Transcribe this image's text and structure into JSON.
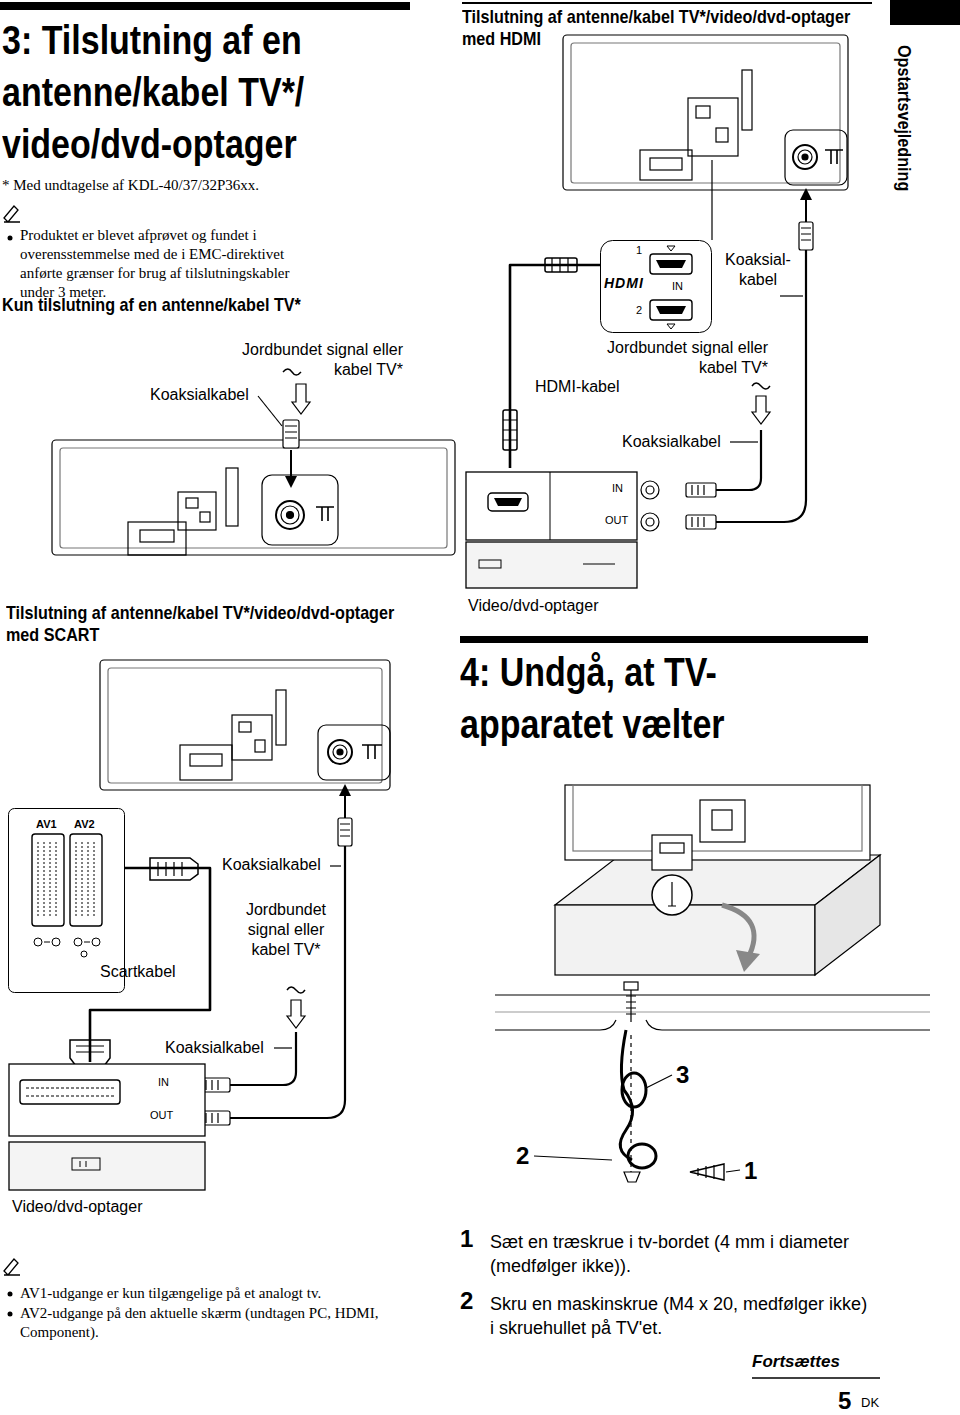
{
  "diagram": {
    "title": "3: Tilslutning af en antenne/kabel TV*/ video/dvd-optager",
    "nodes": [
      {
        "text": [
          "1",
          "HDMI",
          "IN",
          "2"
        ]
      },
      {
        "text": [
          "IN",
          "OUT",
          "Video/dvd-optager"
        ]
      },
      {
        "text": [
          "AV1",
          "AV2"
        ]
      },
      {
        "text": [
          "IN",
          "OUT",
          "Video/dvd-optager"
        ]
      }
    ],
    "edges": [
      {
        "from": 0,
        "to": 1,
        "arrow": "none",
        "label": "HDMI-kabel"
      },
      {
        "from": 2,
        "to": 3,
        "arrow": "none",
        "label": "Scartkabel"
      }
    ],
    "labels": [
      "* Med undtagelse af KDL-40/37/32P36xx.",
      "Produktet er blevet afprøvet og fundet i overensstemmelse med de i EMC-direktivet anførte grænser for brug af tilslutningskabler under 3 meter.",
      "Kun tilslutning af en antenne/kabel TV*",
      "Tilslutning af antenne/kabel TV*/video/dvd-optager med HDMI",
      "Opstartsvejledning",
      "Koaksial- kabel",
      "Jordbundet signal eller kabel TV*",
      "Koaksialkabel",
      "Jordbundet signal eller kabel TV*",
      "Koaksialkabel",
      "Tilslutning af antenne/kabel TV*/video/dvd-optager med SCART",
      "4: Undgå, at TV- apparatet vælter",
      "Koaksialkabel",
      "Jordbundet signal eller kabel TV*",
      "Koaksialkabel",
      "AV1-udgange er kun tilgængelige på et analogt tv.",
      "AV2-udgange på den aktuelle skærm (undtagen PC, HDMI, Component).",
      "3",
      "2",
      "1",
      "1",
      "Sæt en træskrue i tv-bordet (4 mm i diameter (medfølger ikke)).",
      "2",
      "Skru en maskinskrue (M4 x 20, medfølger ikke) i skruehullet på TV'et.",
      "Fortsættes",
      "5",
      "DK"
    ]
  }
}
